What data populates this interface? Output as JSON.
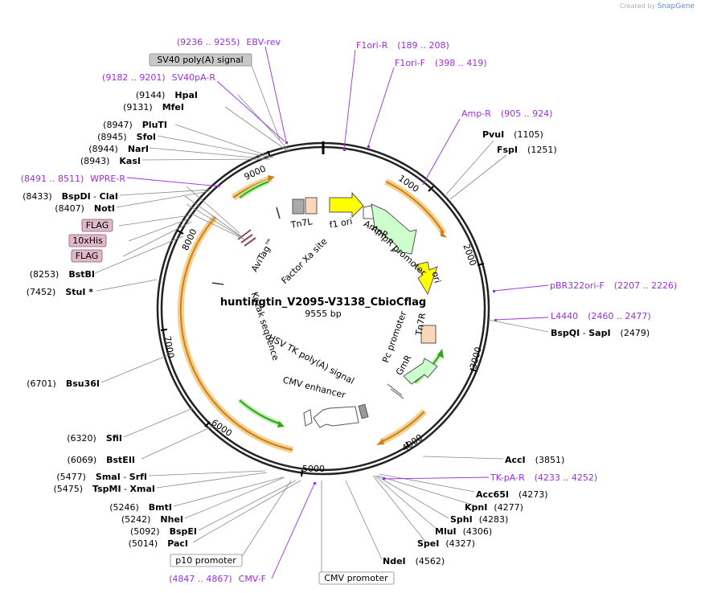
{
  "credit": {
    "prefix": "Created by",
    "brand": "SnapGene"
  },
  "plasmid": {
    "name": "huntingtin_V2095-V3138_CbioCflag",
    "size": "9555 bp"
  },
  "ticks": [
    "1000",
    "2000",
    "3000",
    "4000",
    "5000",
    "6000",
    "7000",
    "8000",
    "9000"
  ],
  "inner_labels": [
    "f1 ori",
    "AmpR",
    "AmpR promoter",
    "ori",
    "Tn7R",
    "Pc promoter",
    "GmR",
    "HSV TK poly(A) signal",
    "CMV enhancer",
    "Kozak sequence",
    "AviTag™",
    "Factor Xa site",
    "Tn7L"
  ],
  "right_sites": [
    {
      "name": "PvuI",
      "num": "(1105)"
    },
    {
      "name": "FspI",
      "num": "(1251)"
    },
    {
      "name": "BspQI",
      "sep": " - ",
      "name2": "SapI",
      "num": "(2479)"
    },
    {
      "name": "AccI",
      "num": "(3851)"
    },
    {
      "name": "Acc65I",
      "num": "(4273)"
    },
    {
      "name": "KpnI",
      "num": "(4277)"
    },
    {
      "name": "SphI",
      "num": "(4283)"
    },
    {
      "name": "MluI",
      "num": "(4306)"
    },
    {
      "name": "SpeI",
      "num": "(4327)"
    },
    {
      "name": "NdeI",
      "num": "(4562)"
    }
  ],
  "left_sites": [
    {
      "num": "(9144)",
      "name": "HpaI"
    },
    {
      "num": "(9131)",
      "name": "MfeI"
    },
    {
      "num": "(8947)",
      "name": "PluTI"
    },
    {
      "num": "(8945)",
      "name": "SfoI"
    },
    {
      "num": "(8944)",
      "name": "NarI"
    },
    {
      "num": "(8943)",
      "name": "KasI"
    },
    {
      "num": "(8433)",
      "name": "BspDI",
      "sep": " - ",
      "name2": "ClaI"
    },
    {
      "num": "(8407)",
      "name": "NotI"
    },
    {
      "num": "(8253)",
      "name": "BstBI"
    },
    {
      "num": "(7452)",
      "name": "StuI *"
    },
    {
      "num": "(6701)",
      "name": "Bsu36I"
    },
    {
      "num": "(6320)",
      "name": "SfiI"
    },
    {
      "num": "(6069)",
      "name": "BstEII"
    },
    {
      "num": "(5477)",
      "name": "SmaI",
      "sep": " - ",
      "name2": "SrfI"
    },
    {
      "num": "(5475)",
      "name": "TspMI",
      "sep": " - ",
      "name2": "XmaI"
    },
    {
      "num": "(5246)",
      "name": "BmtI"
    },
    {
      "num": "(5242)",
      "name": "NheI"
    },
    {
      "num": "(5092)",
      "name": "BspEI"
    },
    {
      "num": "(5014)",
      "name": "PacI"
    }
  ],
  "primers": [
    {
      "range": "(9236 .. 9255)",
      "name": "EBV-rev"
    },
    {
      "range": "(9182 .. 9201)",
      "name": "SV40pA-R"
    },
    {
      "range": "(8491 .. 8511)",
      "name": "WPRE-R"
    },
    {
      "name": "F1ori-R",
      "range": "(189 .. 208)"
    },
    {
      "name": "F1ori-F",
      "range": "(398 .. 419)"
    },
    {
      "name": "Amp-R",
      "range": "(905 .. 924)"
    },
    {
      "name": "pBR322ori-F",
      "range": "(2207 .. 2226)"
    },
    {
      "name": "L4440",
      "range": "(2460 .. 2477)"
    },
    {
      "name": "TK-pA-R",
      "range": "(4233 .. 4252)"
    },
    {
      "range": "(4847 .. 4867)",
      "name": "CMV-F"
    }
  ],
  "boxed_features": [
    {
      "label": "SV40 poly(A) signal",
      "style": "gray"
    },
    {
      "label": "FLAG",
      "style": "pink"
    },
    {
      "label": "10xHis",
      "style": "pink"
    },
    {
      "label": "FLAG",
      "style": "pink"
    },
    {
      "label": "p10 promoter",
      "style": "white"
    },
    {
      "label": "CMV promoter",
      "style": "white"
    }
  ],
  "colors": {
    "primer": "#9b30d9",
    "ori": "#ffff00",
    "resistance": "#ccffcc",
    "orf_arrow": "#e8a35a",
    "gray_box": "#c8c8c8",
    "pink_box": "#e0b8c8"
  }
}
